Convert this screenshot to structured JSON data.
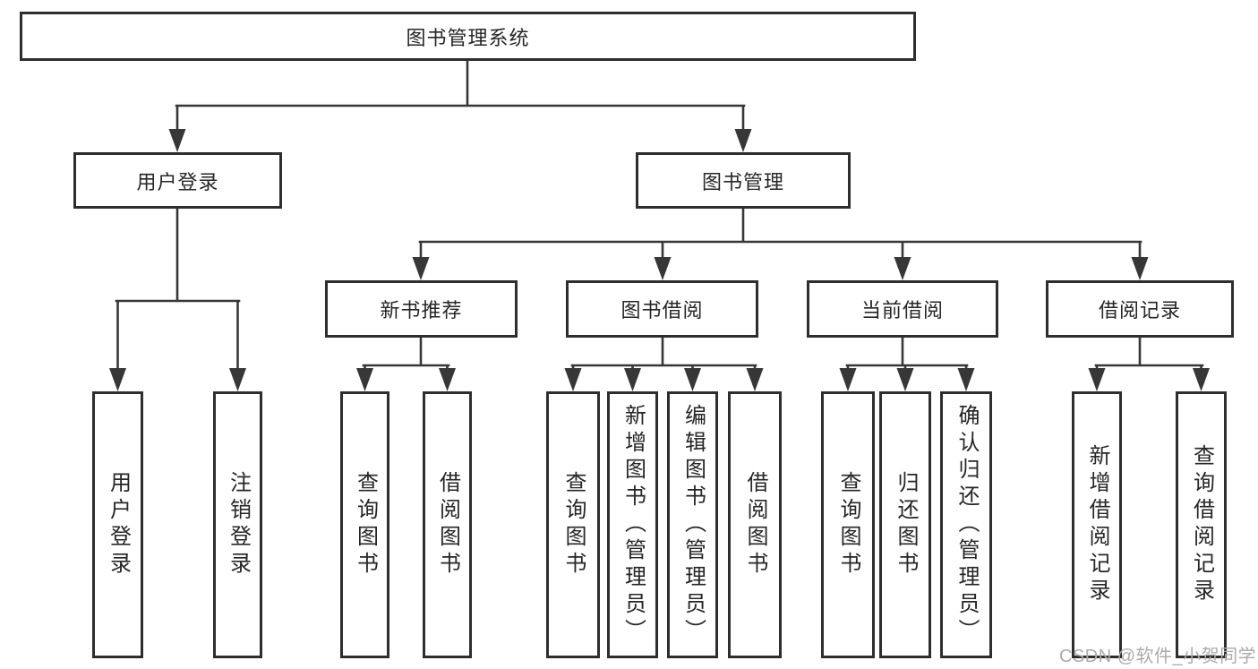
{
  "colors": {
    "line": "#373737",
    "box_border": "#2e2e2e",
    "text": "#262626",
    "watermark": "#ababab",
    "background": "#ffffff"
  },
  "watermark": {
    "text": "CSDN @软件_小贺同学"
  },
  "tree": {
    "label": "图书管理系统",
    "children": [
      {
        "label": "用户登录",
        "children": [
          {
            "label": "用户登录"
          },
          {
            "label": "注销登录"
          }
        ]
      },
      {
        "label": "图书管理",
        "children": [
          {
            "label": "新书推荐",
            "children": [
              {
                "label": "查询图书"
              },
              {
                "label": "借阅图书"
              }
            ]
          },
          {
            "label": "图书借阅",
            "children": [
              {
                "label": "查询图书"
              },
              {
                "label": "新增图书（管理员）"
              },
              {
                "label": "编辑图书（管理员）"
              },
              {
                "label": "借阅图书"
              }
            ]
          },
          {
            "label": "当前借阅",
            "children": [
              {
                "label": "查询图书"
              },
              {
                "label": "归还图书"
              },
              {
                "label": "确认归还（管理员）"
              }
            ]
          },
          {
            "label": "借阅记录",
            "children": [
              {
                "label": "新增借阅记录"
              },
              {
                "label": "查询借阅记录"
              }
            ]
          }
        ]
      }
    ]
  }
}
